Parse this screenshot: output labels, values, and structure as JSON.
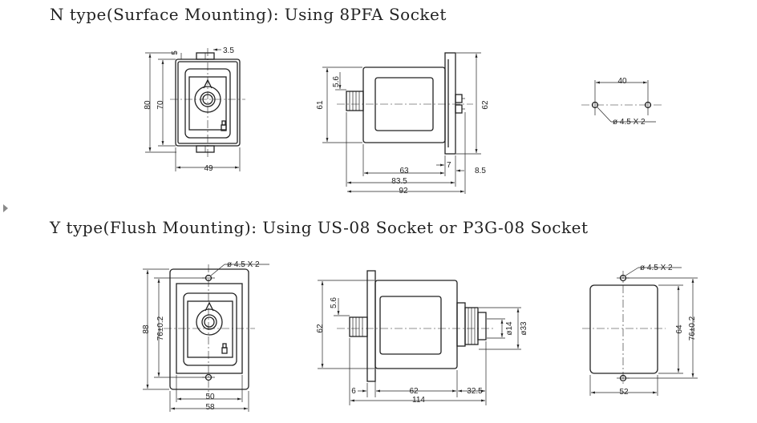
{
  "sections": {
    "n_type_title": "N type(Surface Mounting): Using 8PFA Socket",
    "y_type_title": "Y type(Flush Mounting): Using US-08 Socket or P3G-08 Socket"
  },
  "n_type": {
    "front": {
      "top_small": "5",
      "top_offset": "3.5",
      "height_outer": "80",
      "height_inner": "70",
      "width": "49"
    },
    "side": {
      "pin_offset": "5.6",
      "height_left": "61",
      "height_right": "62",
      "len_body": "63",
      "len_mid": "83.5",
      "len_total": "92",
      "len_gap": "7",
      "len_socket": "8.5"
    },
    "hole": {
      "pitch": "40",
      "hole_spec": "ø 4.5  X  2"
    }
  },
  "y_type": {
    "front": {
      "hole_spec": "ø 4.5  X  2",
      "height_outer": "88",
      "height_inner": "76±0.2",
      "width_inner": "50",
      "width_outer": "58"
    },
    "side": {
      "pin_offset": "5.6",
      "height": "62",
      "dia_inner": "ø14",
      "dia_outer": "ø33",
      "len_flange": "6",
      "len_body": "62",
      "len_socket": "32.5",
      "len_total": "114"
    },
    "cutout": {
      "hole_spec": "ø 4.5  X  2",
      "height": "64",
      "height_tol": "76±0.2",
      "width": "52"
    }
  }
}
